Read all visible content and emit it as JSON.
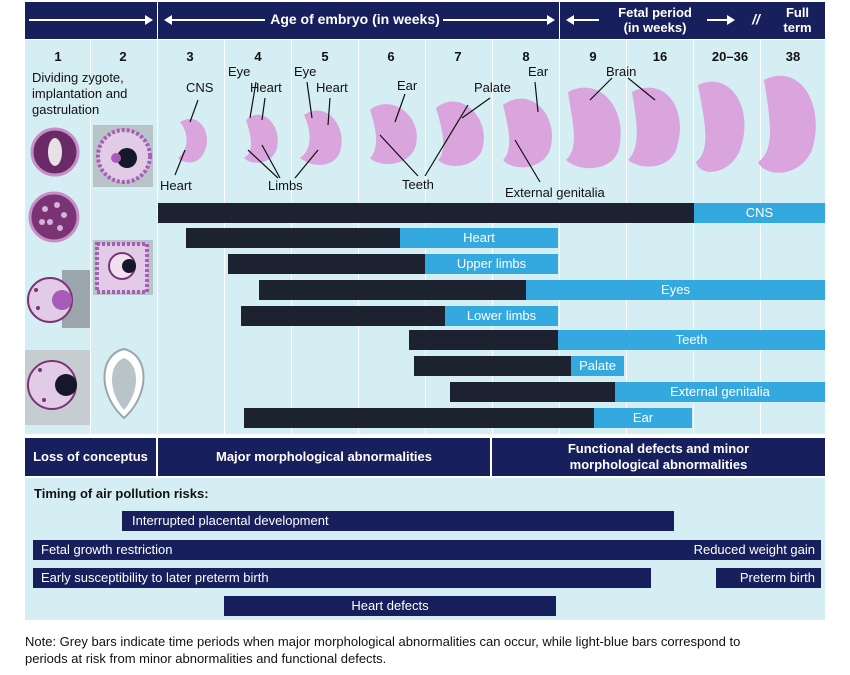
{
  "header": {
    "age_label": "Age of embryo (in weeks)",
    "fetal_label": "Fetal period (in weeks)",
    "fetal_line1": "Fetal period",
    "fetal_line2": "(in weeks)",
    "break_marks": "//",
    "full_term_line1": "Full",
    "full_term_line2": "term"
  },
  "weeks": [
    "1",
    "2",
    "3",
    "4",
    "5",
    "6",
    "7",
    "8",
    "9",
    "16",
    "20–36",
    "38"
  ],
  "stage_text": {
    "line1": "Dividing zygote,",
    "line2": "implantation and",
    "line3": "gastrulation"
  },
  "organ_labels": {
    "cns": "CNS",
    "heart_bottom": "Heart",
    "eye_4": "Eye",
    "heart_4": "Heart",
    "eye_5": "Eye",
    "heart_5": "Heart",
    "limbs": "Limbs",
    "ear_6": "Ear",
    "palate": "Palate",
    "ear_8": "Ear",
    "teeth": "Teeth",
    "brain": "Brain",
    "external_genitalia": "External genitalia"
  },
  "development_bars": [
    {
      "label": "CNS"
    },
    {
      "label": "Heart"
    },
    {
      "label": "Upper limbs"
    },
    {
      "label": "Eyes"
    },
    {
      "label": "Lower limbs"
    },
    {
      "label": "Teeth"
    },
    {
      "label": "Palate"
    },
    {
      "label": "External genitalia"
    },
    {
      "label": "Ear"
    }
  ],
  "outcome_bands": {
    "loss": "Loss of conceptus",
    "major": "Major morphological abnormalities",
    "functional_line1": "Functional defects and minor",
    "functional_line2": "morphological abnormalities"
  },
  "risks": {
    "heading": "Timing of air pollution risks:",
    "placental": "Interrupted placental development",
    "growth": "Fetal growth restriction",
    "weight": "Reduced weight gain",
    "early": "Early susceptibility to later preterm birth",
    "preterm": "Preterm birth",
    "heart": "Heart defects"
  },
  "note": {
    "line1": "Note: Grey bars indicate time periods when major morphological abnormalities can occur, while light-blue bars correspond to",
    "line2": "periods at risk from minor abnormalities and functional defects."
  },
  "colors": {
    "navy": "#17205c",
    "dark_bar": "#1d2230",
    "light_bar": "#34a9df",
    "panel": "#d5eef3",
    "embryo": "#d9a5dc"
  },
  "icons": [
    "right-arrow-icon",
    "left-arrow-icon",
    "double-arrow-icon",
    "embryo-icon",
    "cell-icon"
  ]
}
